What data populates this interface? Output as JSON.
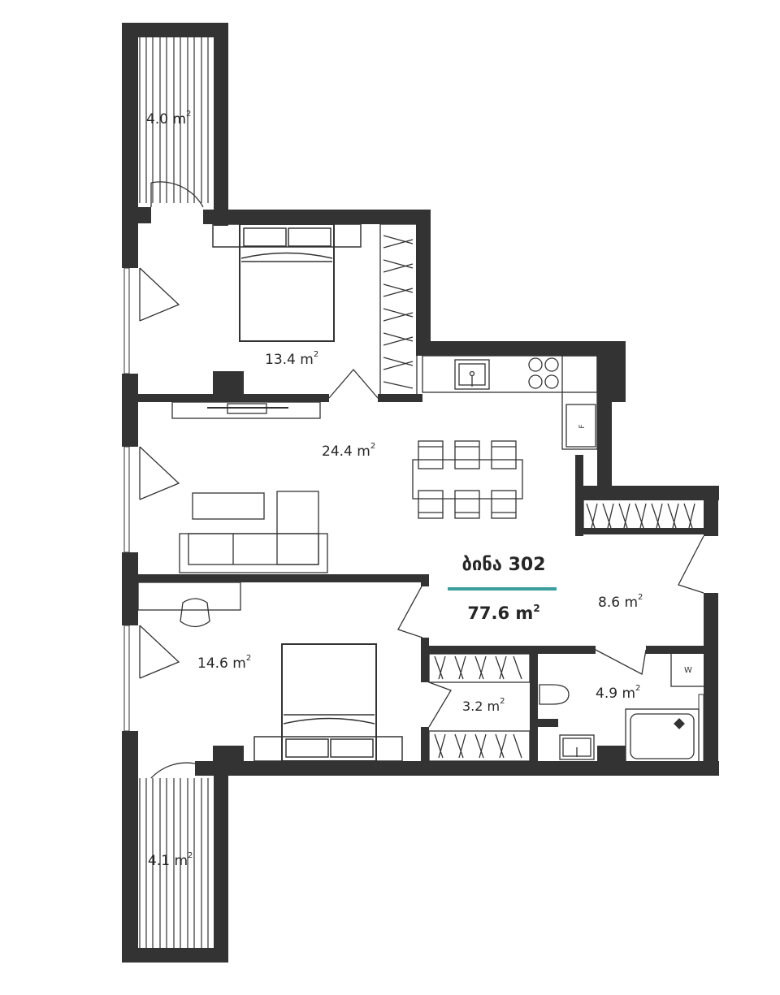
{
  "apartment": {
    "title": "ბინა 302",
    "total_area_value": "77.6 m",
    "area_unit_exp": "2",
    "accent_color": "#3a9e9b"
  },
  "rooms": [
    {
      "id": "balcony-top",
      "value": "4.0 m",
      "exp": "2"
    },
    {
      "id": "bedroom-1",
      "value": "13.4 m",
      "exp": "2"
    },
    {
      "id": "living",
      "value": "24.4 m",
      "exp": "2"
    },
    {
      "id": "hall",
      "value": "8.6 m",
      "exp": "2"
    },
    {
      "id": "bedroom-2",
      "value": "14.6 m",
      "exp": "2"
    },
    {
      "id": "closet",
      "value": "3.2 m",
      "exp": "2"
    },
    {
      "id": "bathroom",
      "value": "4.9 m",
      "exp": "2"
    },
    {
      "id": "balcony-bottom",
      "value": "4.1 m",
      "exp": "2"
    }
  ],
  "appliances": {
    "fridge": "F",
    "washer": "W"
  },
  "colors": {
    "wall": "#333333",
    "line": "#333333"
  }
}
